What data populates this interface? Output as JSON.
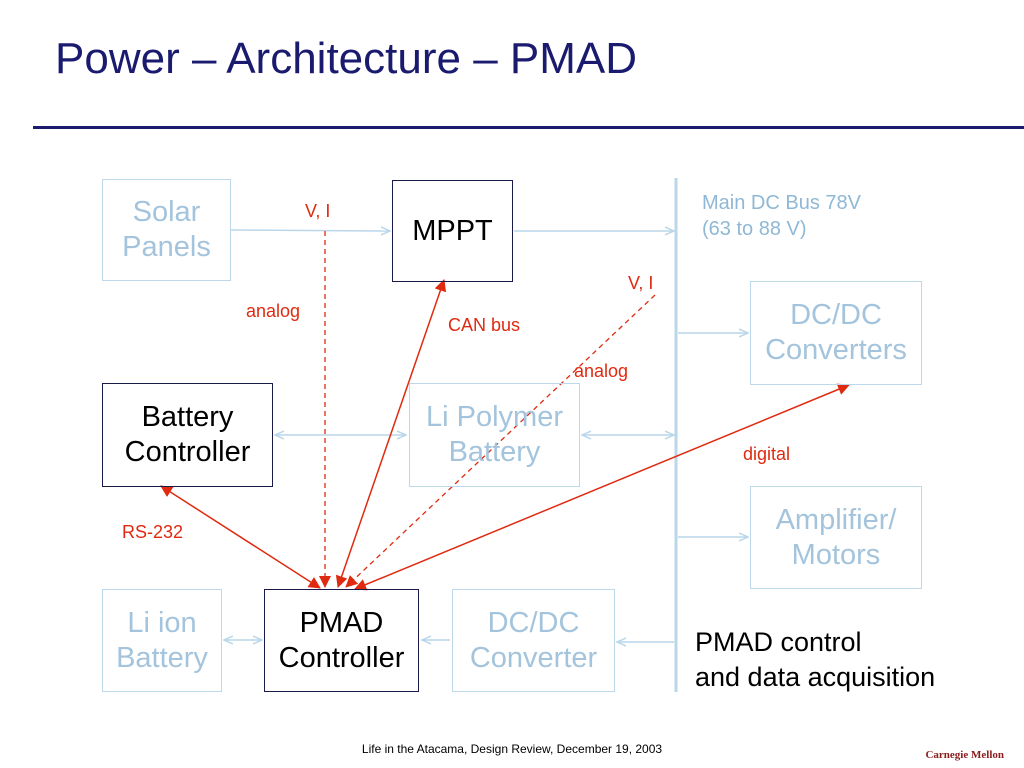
{
  "title": "Power – Architecture – PMAD",
  "diagram": {
    "boxes": {
      "solar_panels": "Solar\nPanels",
      "mppt": "MPPT",
      "battery_controller": "Battery\nController",
      "li_polymer_battery": "Li Polymer\nBattery",
      "dc_dc_converters": "DC/DC\nConverters",
      "amplifier_motors": "Amplifier/\nMotors",
      "li_ion_battery": "Li ion\nBattery",
      "pmad_controller": "PMAD\nController",
      "dc_dc_converter": "DC/DC\nConverter"
    },
    "labels": {
      "vi_solar": "V, I",
      "analog_solar": "analog",
      "can_bus": "CAN bus",
      "vi_bus": "V, I",
      "analog_bus": "analog",
      "digital": "digital",
      "rs232": "RS-232",
      "main_bus": "Main DC Bus 78V\n(63 to 88 V)"
    },
    "caption": "PMAD control\nand data acquisition"
  },
  "colors": {
    "title": "#1a1a6e",
    "signal": "#e02a10",
    "bus": "#b9d6ea",
    "faded_text": "#a3c4dc"
  },
  "footer": "Life in the Atacama, Design Review, December 19, 2003",
  "brand": "Carnegie Mellon"
}
